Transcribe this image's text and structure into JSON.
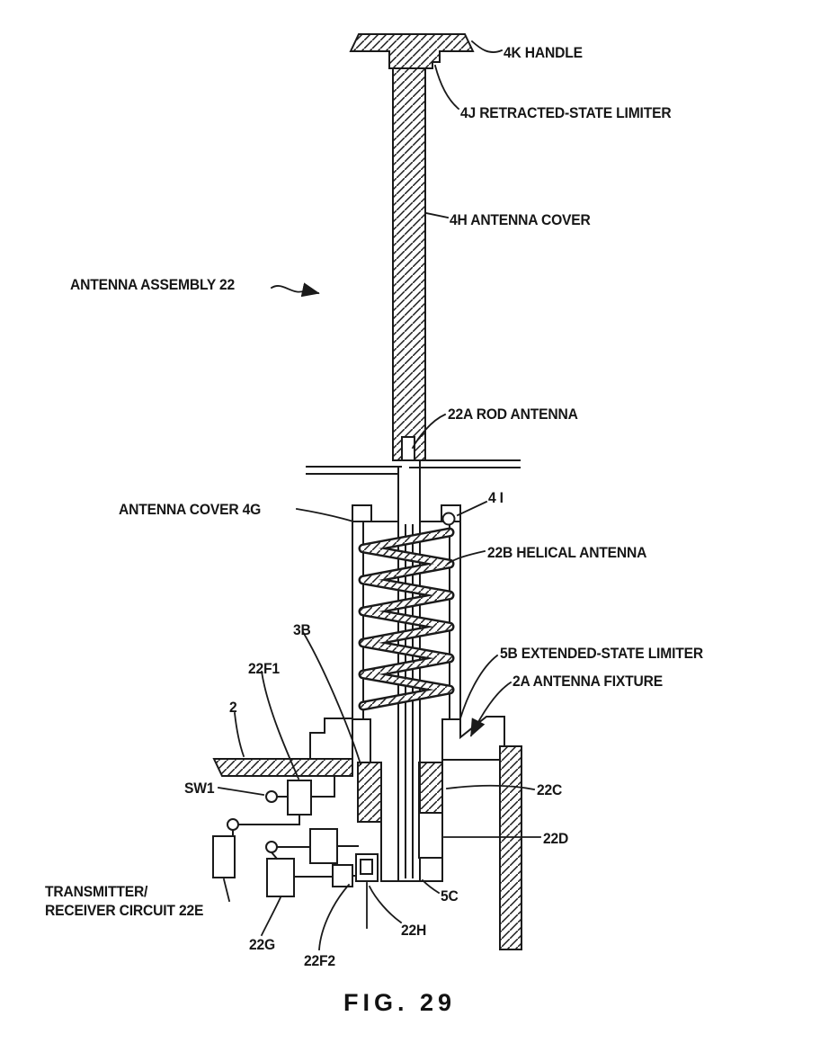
{
  "figure": {
    "caption": "FIG. 29"
  },
  "colors": {
    "ink": "#1a1a1a",
    "background": "#ffffff"
  },
  "labels": {
    "handle": "4K HANDLE",
    "retracted_limiter": "4J RETRACTED-STATE LIMITER",
    "cover_4h": "4H ANTENNA COVER",
    "assembly": "ANTENNA ASSEMBLY 22",
    "rod_antenna": "22A ROD ANTENNA",
    "part_4i": "4 I",
    "cover_4g": "ANTENNA COVER 4G",
    "helical": "22B HELICAL ANTENNA",
    "part_3b": "3B",
    "extended_limiter": "5B EXTENDED-STATE LIMITER",
    "part_22f1": "22F1",
    "fixture_2a": "2A ANTENNA FIXTURE",
    "part_2": "2",
    "sw1": "SW1",
    "part_22c": "22C",
    "part_22d": "22D",
    "tx_line1": "TRANSMITTER/",
    "tx_line2": "RECEIVER CIRCUIT 22E",
    "part_5c": "5C",
    "part_22h": "22H",
    "part_22g": "22G",
    "part_22f2": "22F2"
  }
}
